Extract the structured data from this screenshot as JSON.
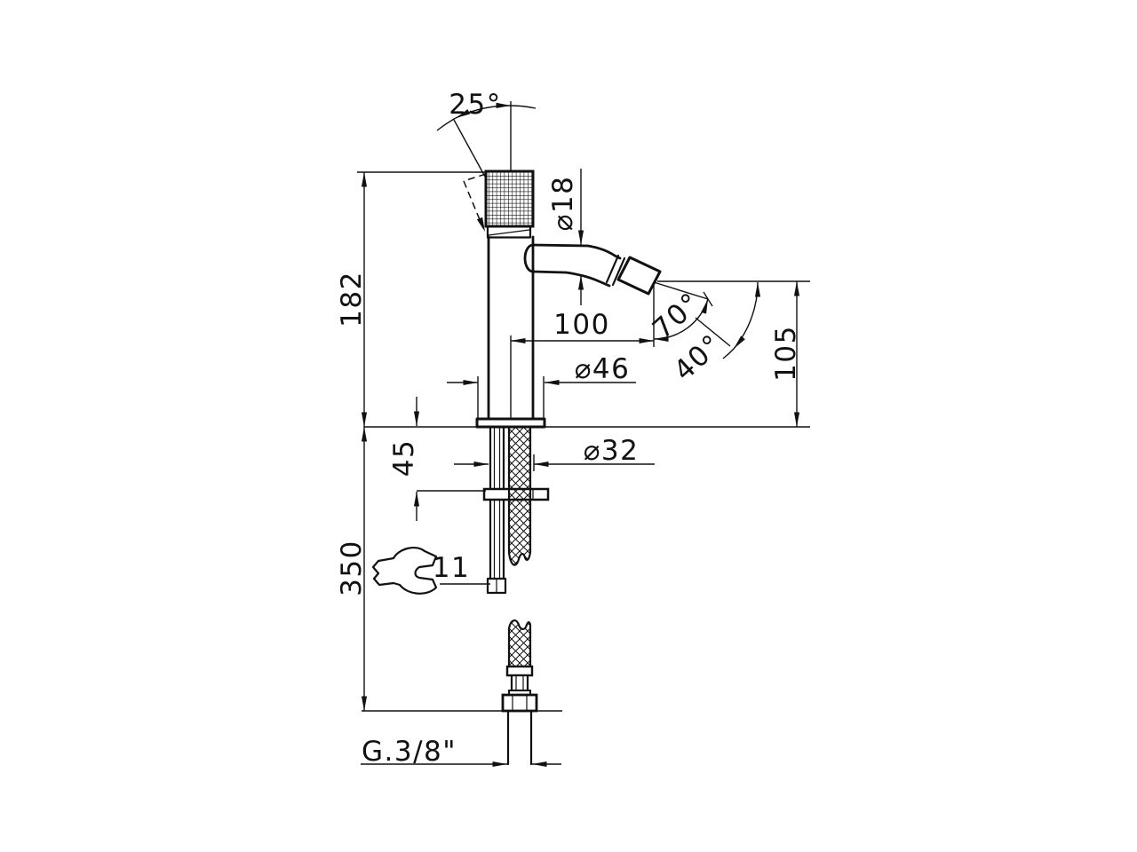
{
  "drawing": {
    "type": "technical-dimension-drawing",
    "subject": "single-lever bidet mixer, side elevation with installation dimensions",
    "colors": {
      "line": "#111111",
      "background": "#ffffff"
    },
    "labels": {
      "handle_swing_angle": "25°",
      "spout_tube_diameter": "⌀18",
      "body_height": "182",
      "spout_reach": "100",
      "spray_angle_inner": "70°",
      "spray_angle_outer": "40°",
      "spout_height_above_deck": "105",
      "base_diameter": "⌀46",
      "deck_thickness": "45",
      "hole_diameter": "⌀32",
      "wrench_size": "11",
      "supply_length": "350",
      "thread_size": "G.3/8\""
    }
  }
}
